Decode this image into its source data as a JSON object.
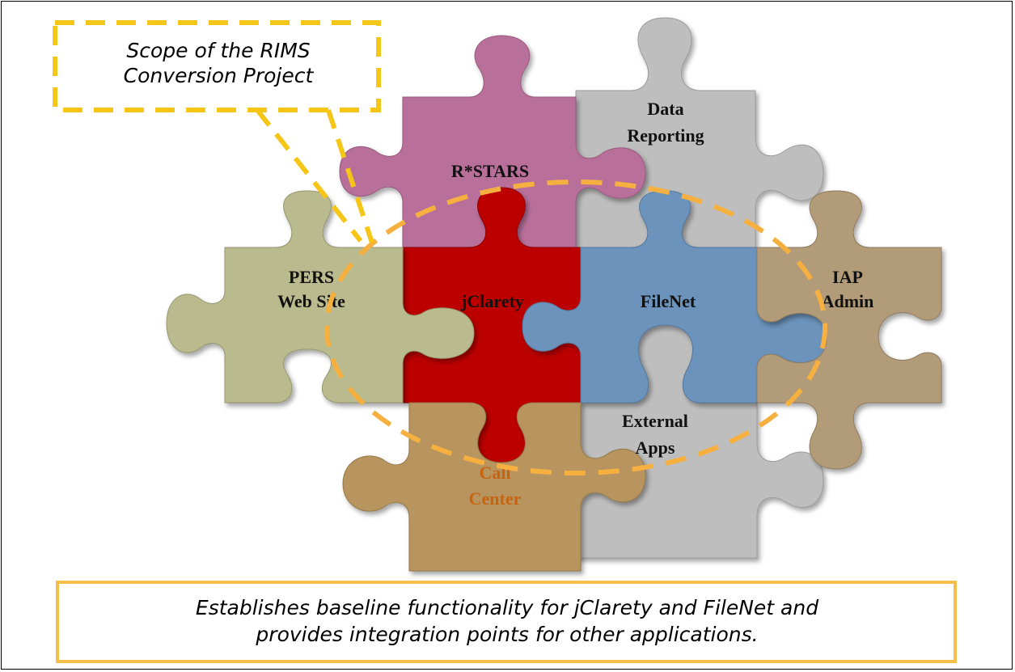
{
  "scope_callout": {
    "line1": "Scope of the RIMS",
    "line2": "Conversion Project"
  },
  "pieces": {
    "data_reporting": {
      "line1": "Data",
      "line2": "Reporting",
      "color": "#BEBEBE"
    },
    "rstars": {
      "line1": "R*STARS",
      "color": "#B8709A"
    },
    "pers": {
      "line1": "PERS",
      "line2": "Web Site",
      "color": "#BABA8F"
    },
    "jclarety": {
      "line1": "jClarety",
      "color": "#BC0000"
    },
    "filenet": {
      "line1": "FileNet",
      "color": "#6C93BC"
    },
    "iap": {
      "line1": "IAP",
      "line2": "Admin",
      "color": "#B29B78"
    },
    "external_apps": {
      "line1": "External",
      "line2": "Apps",
      "color": "#BEBEBE"
    },
    "call_center": {
      "line1": "Call",
      "line2": "Center",
      "color": "#B8955F",
      "label_color": "#C8620F"
    }
  },
  "footer": {
    "line1": "Establishes baseline functionality for jClarety and FileNet and",
    "line2": "provides integration points for other applications."
  },
  "colors": {
    "scope_dash": "#F5C518",
    "scope_ellipse": "#F6B040",
    "footer_border": "#F5C04A"
  }
}
